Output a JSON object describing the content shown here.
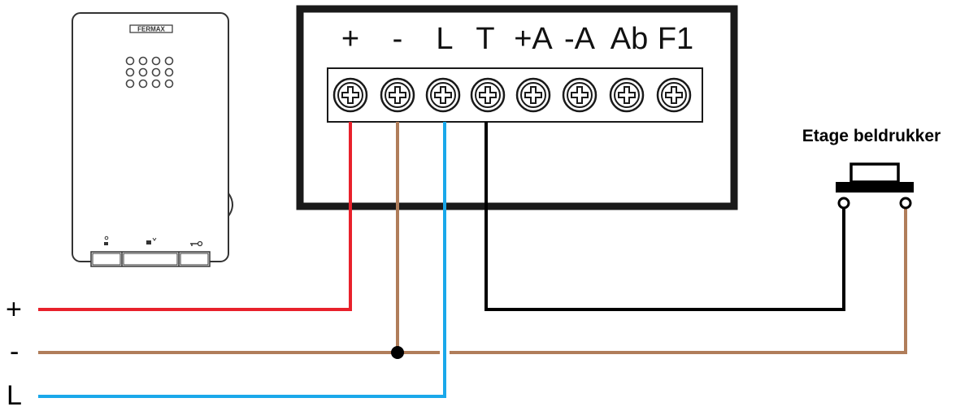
{
  "device": {
    "brand": "FERMAX"
  },
  "terminal_block": {
    "labels": [
      "+",
      "-",
      "L",
      "T",
      "+A",
      "-A",
      "Ab",
      "F1"
    ]
  },
  "bus": {
    "labels": [
      "+",
      "-",
      "L"
    ]
  },
  "doorbell": {
    "label": "Etage beldrukker"
  },
  "colors": {
    "plus": "#e8212b",
    "minus": "#b07d5a",
    "l": "#1aa8ea",
    "t": "#000000"
  }
}
